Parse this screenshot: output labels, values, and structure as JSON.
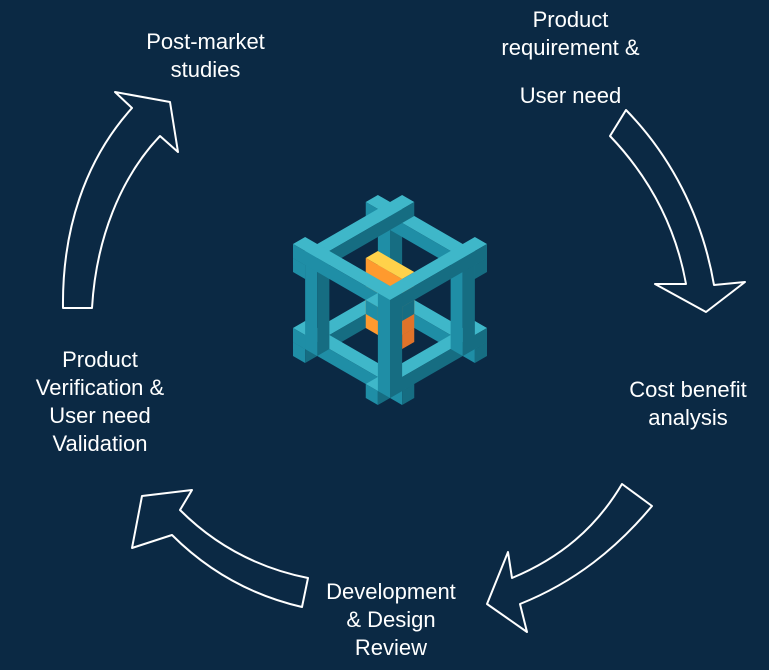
{
  "diagram": {
    "stages": {
      "post_market": "Post-market\nstudies",
      "product_req_line1": "Product\nrequirement &",
      "product_req_line2": "User need",
      "cost_benefit": "Cost benefit\nanalysis",
      "development": "Development\n& Design\nReview",
      "verification": "Product\nVerification &\nUser need\nValidation"
    },
    "colors": {
      "background": "#0b2944",
      "arrow_fill": "#0b2944",
      "arrow_stroke": "#ffffff",
      "teal_top": "#3fb7c9",
      "teal_left": "#1f8ea6",
      "teal_right": "#166d82",
      "orange_top": "#ffd24a",
      "orange_left": "#ff9a2e",
      "orange_right": "#e0732a"
    },
    "center_icon": "lattice-cube-icon"
  }
}
